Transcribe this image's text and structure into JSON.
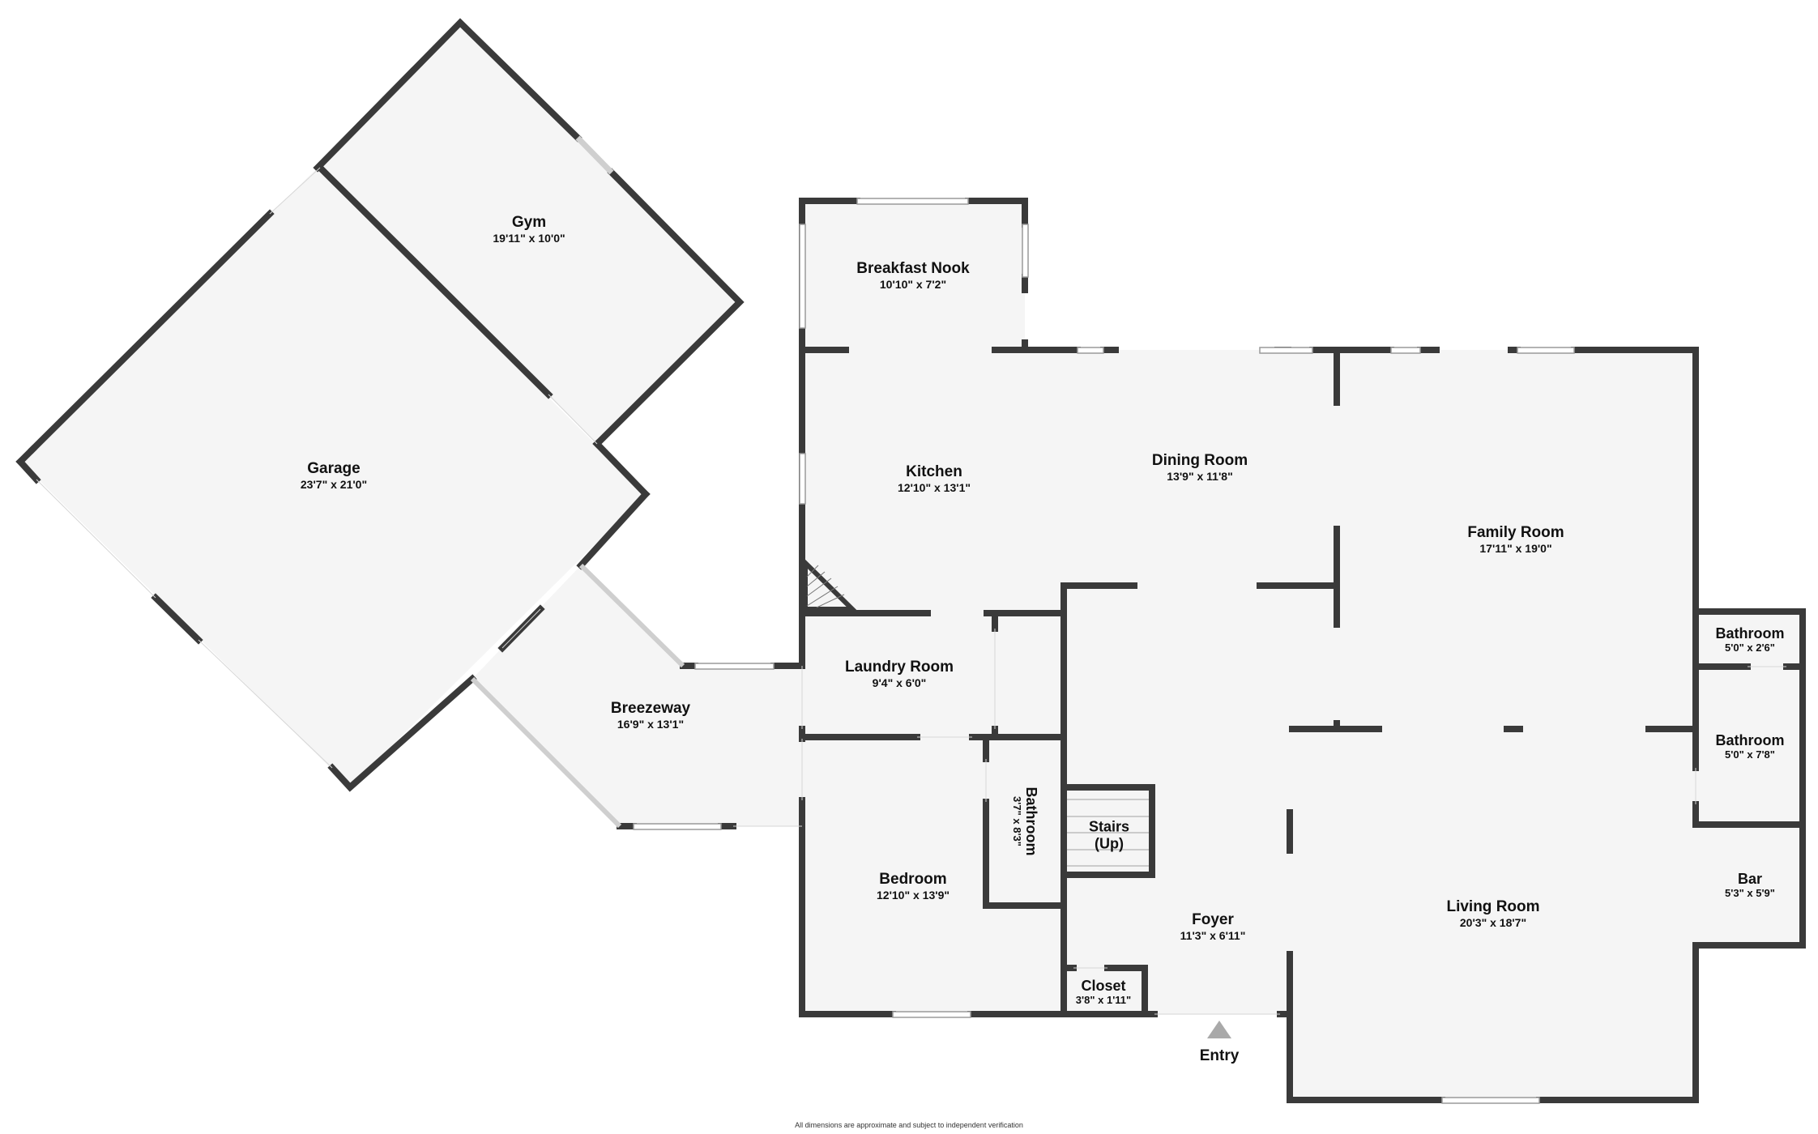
{
  "floor_plan": {
    "colors": {
      "wall": "#3a3a3a",
      "floor": "#f5f5f5",
      "background": "#ffffff",
      "opening": "#ffffff",
      "stair_line": "#bdbdbd",
      "entry_arrow": "#a9a9a9"
    },
    "rooms": [
      {
        "id": "gym",
        "name": "Gym",
        "dimensions": "19'11\" x 10'0\""
      },
      {
        "id": "garage",
        "name": "Garage",
        "dimensions": "23'7\" x 21'0\""
      },
      {
        "id": "breakfast-nook",
        "name": "Breakfast Nook",
        "dimensions": "10'10\" x 7'2\""
      },
      {
        "id": "kitchen",
        "name": "Kitchen",
        "dimensions": "12'10\" x 13'1\""
      },
      {
        "id": "dining-room",
        "name": "Dining Room",
        "dimensions": "13'9\" x 11'8\""
      },
      {
        "id": "family-room",
        "name": "Family Room",
        "dimensions": "17'11\" x 19'0\""
      },
      {
        "id": "bathroom-1",
        "name": "Bathroom",
        "dimensions": "5'0\" x 2'6\""
      },
      {
        "id": "bathroom-2",
        "name": "Bathroom",
        "dimensions": "5'0\" x 7'8\""
      },
      {
        "id": "bar",
        "name": "Bar",
        "dimensions": "5'3\" x 5'9\""
      },
      {
        "id": "living-room",
        "name": "Living Room",
        "dimensions": "20'3\" x 18'7\""
      },
      {
        "id": "laundry-room",
        "name": "Laundry Room",
        "dimensions": "9'4\" x 6'0\""
      },
      {
        "id": "breezeway",
        "name": "Breezeway",
        "dimensions": "16'9\" x 13'1\""
      },
      {
        "id": "bedroom",
        "name": "Bedroom",
        "dimensions": "12'10\" x 13'9\""
      },
      {
        "id": "bathroom-3",
        "name": "Bathroom",
        "dimensions": "3'7\" x 8'3\""
      },
      {
        "id": "stairs",
        "name": "Stairs",
        "dimensions": "(Up)"
      },
      {
        "id": "foyer",
        "name": "Foyer",
        "dimensions": "11'3\" x 6'11\""
      },
      {
        "id": "closet",
        "name": "Closet",
        "dimensions": "3'8\" x 1'11\""
      }
    ],
    "entry": {
      "label": "Entry",
      "icon": "entry-arrow-icon"
    },
    "footer": "All dimensions are approximate and subject to independent verification"
  }
}
